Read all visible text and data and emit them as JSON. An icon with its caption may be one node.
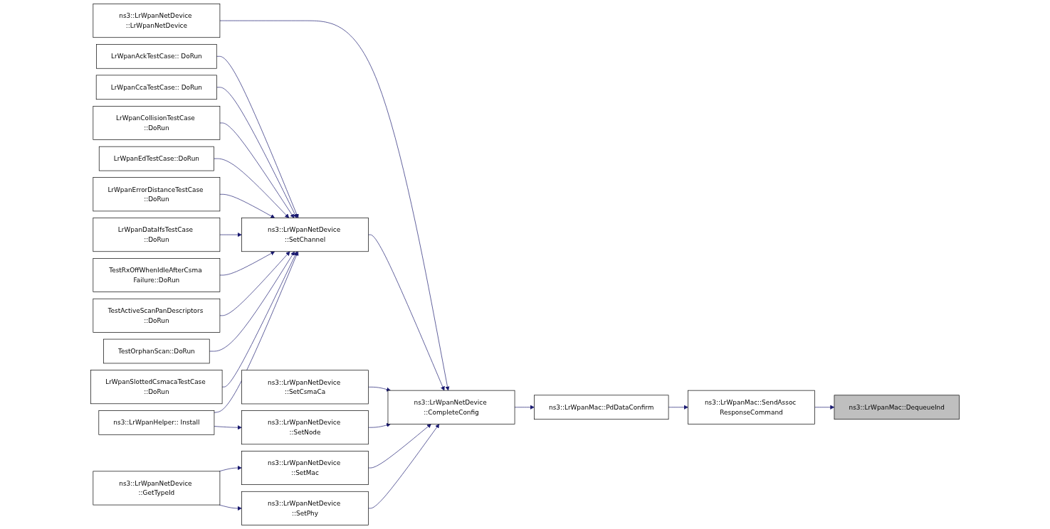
{
  "diagram": {
    "nodes": [
      {
        "text": [
          "LrWpanAckTestCase:: DoRun"
        ]
      },
      {
        "text": [
          "LrWpanCcaTestCase:: DoRun"
        ]
      },
      {
        "text": [
          "LrWpanCollisionTestCase ::DoRun"
        ]
      },
      {
        "text": [
          "LrWpanEdTestCase::DoRun"
        ]
      },
      {
        "text": [
          "LrWpanErrorDistanceTestCase ::DoRun"
        ]
      },
      {
        "text": [
          "LrWpanDataIfsTestCase ::DoRun"
        ]
      },
      {
        "text": [
          "TestRxOffWhenIdleAfterCsma Failure::DoRun"
        ]
      },
      {
        "text": [
          "TestActiveScanPanDescriptors ::DoRun"
        ]
      },
      {
        "text": [
          "TestOrphanScan::DoRun"
        ]
      },
      {
        "text": [
          "LrWpanSlottedCsmacaTestCase ::DoRun"
        ]
      },
      {
        "text": [
          "ns3::LrWpanHelper:: Install"
        ]
      },
      {
        "text": [
          "ns3::LrWpanNetDevice ::GetTypeId"
        ]
      },
      {
        "text": [
          "ns3::LrWpanNetDevice ::LrWpanNetDevice"
        ]
      },
      {
        "text": [
          "ns3::LrWpanNetDevice ::SetChannel"
        ]
      },
      {
        "text": [
          "ns3::LrWpanNetDevice ::SetCsmaCa"
        ]
      },
      {
        "text": [
          "ns3::LrWpanNetDevice ::SetNode"
        ]
      },
      {
        "text": [
          "ns3::LrWpanNetDevice ::SetMac"
        ]
      },
      {
        "text": [
          "ns3::LrWpanNetDevice ::SetPhy"
        ]
      },
      {
        "text": [
          "ns3::LrWpanNetDevice ::CompleteConfig"
        ]
      },
      {
        "text": [
          "ns3::LrWpanMac::PdDataConfirm"
        ]
      },
      {
        "text": [
          "ns3::LrWpanMac::SendAssoc ResponseCommand"
        ]
      },
      {
        "text": [
          "ns3::LrWpanMac::DequeueInd"
        ]
      }
    ],
    "edges": [
      {
        "from": 0,
        "to": 13,
        "arrow": "to"
      },
      {
        "from": 1,
        "to": 13,
        "arrow": "to"
      },
      {
        "from": 2,
        "to": 13,
        "arrow": "to"
      },
      {
        "from": 3,
        "to": 13,
        "arrow": "to"
      },
      {
        "from": 4,
        "to": 13,
        "arrow": "to"
      },
      {
        "from": 5,
        "to": 13,
        "arrow": "to"
      },
      {
        "from": 6,
        "to": 13,
        "arrow": "to"
      },
      {
        "from": 7,
        "to": 13,
        "arrow": "to"
      },
      {
        "from": 8,
        "to": 13,
        "arrow": "to"
      },
      {
        "from": 9,
        "to": 13,
        "arrow": "to"
      },
      {
        "from": 10,
        "to": 13,
        "arrow": "to"
      },
      {
        "from": 10,
        "to": 15,
        "arrow": "to"
      },
      {
        "from": 11,
        "to": 16,
        "arrow": "to"
      },
      {
        "from": 11,
        "to": 17,
        "arrow": "to"
      },
      {
        "from": 12,
        "to": 18,
        "arrow": "to"
      },
      {
        "from": 13,
        "to": 18,
        "arrow": "to"
      },
      {
        "from": 14,
        "to": 18,
        "arrow": "to"
      },
      {
        "from": 15,
        "to": 18,
        "arrow": "to"
      },
      {
        "from": 16,
        "to": 18,
        "arrow": "to"
      },
      {
        "from": 17,
        "to": 18,
        "arrow": "to"
      },
      {
        "from": 18,
        "to": 19,
        "arrow": "to"
      },
      {
        "from": 19,
        "to": 20,
        "arrow": "to"
      },
      {
        "from": 20,
        "to": 21,
        "arrow": "to"
      }
    ]
  }
}
